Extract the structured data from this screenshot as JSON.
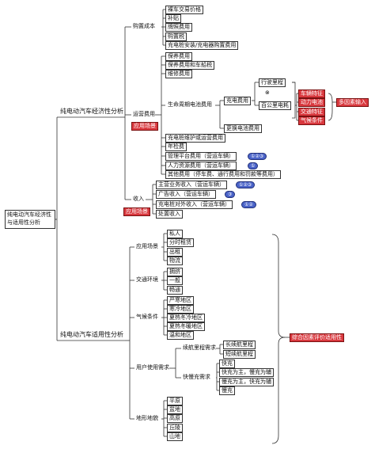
{
  "root": "纯电动汽车经济性与适用性分析",
  "econ": {
    "label": "纯电动汽车经济性分析",
    "purchase": {
      "label": "购置成本",
      "items": [
        "裸车交易价格",
        "补贴",
        "牌照费用",
        "购置税",
        "充电桩安装/充电器购置费用"
      ]
    },
    "operation": {
      "label": "运营费用",
      "scene": "应用场景",
      "items_top": [
        "保养费用",
        "保养费用和车船税",
        "维修费用"
      ],
      "lifecycle": {
        "label": "生命周期电池费用",
        "charging": "充电费用",
        "mileage": "行驶里程",
        "per100": "百公里电耗",
        "multiplier": "⊗",
        "vehicle_traits": [
          "车辆特征",
          "动力电池",
          "交通特征",
          "气候条件"
        ],
        "multi_input": "多因素输入",
        "replace": "更换电池费用"
      },
      "items_bottom": [
        {
          "label": "充电桩维护或运营费用"
        },
        {
          "label": "年检费"
        },
        {
          "label": "管理平台费用（营运车辆）",
          "badge": "①②③"
        },
        {
          "label": "人力资源费用（营运车辆）",
          "badge": "①"
        },
        {
          "label": "其他费用（停车费、通行费用和罚款等费用）"
        }
      ]
    },
    "income": {
      "label": "收入",
      "scene": "应用场景",
      "items": [
        {
          "label": "主营业务收入（营运车辆）",
          "badge": "①②③"
        },
        {
          "label": "广告收入（营运车辆）",
          "badge": "③"
        },
        {
          "label": "充电桩对外收入（营运车辆）",
          "badge": "①②"
        },
        {
          "label": "处置收入"
        }
      ]
    }
  },
  "suit": {
    "label": "纯电动汽车适用性分析",
    "summary": "综合因素评价适用性",
    "groups": [
      {
        "label": "应用场景",
        "items": [
          "私人",
          "分时租赁",
          "出租",
          "物流"
        ]
      },
      {
        "label": "交通环境",
        "items": [
          "拥挤",
          "一般",
          "畅通"
        ]
      },
      {
        "label": "气候条件",
        "items": [
          "严寒地区",
          "寒冷地区",
          "夏热冬冷地区",
          "夏热冬暖地区",
          "温和地区"
        ]
      },
      {
        "label": "用户使用需求",
        "range": {
          "label": "续航里程需求",
          "items": [
            "长续航里程",
            "短续航里程"
          ]
        },
        "charge": {
          "label": "快慢充需求",
          "items": [
            "快充",
            "快充为主，慢充为辅",
            "慢充为主，快充为辅",
            "慢充"
          ]
        }
      },
      {
        "label": "地形地貌",
        "items": [
          "平原",
          "盆地",
          "高原",
          "丘陵",
          "山地"
        ]
      }
    ]
  }
}
